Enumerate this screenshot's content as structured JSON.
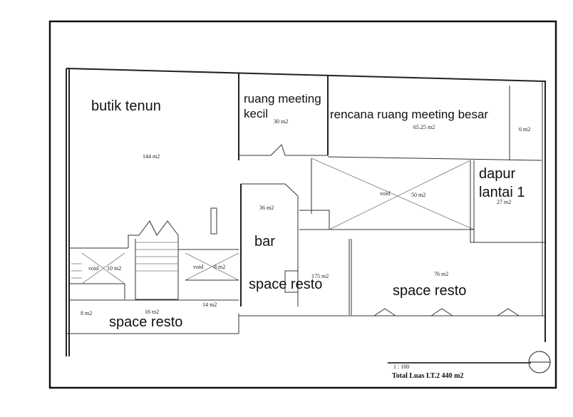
{
  "rooms": {
    "butik_tenun": {
      "name": "butik tenun",
      "area": "144 m2"
    },
    "ruang_meeting_kecil": {
      "name_line1": "ruang meeting",
      "name_line2": "kecil",
      "area": "30 m2"
    },
    "rencana_meeting_besar": {
      "name": "rencana ruang meeting besar",
      "area": "65.25 m2",
      "side_area": "6 m2"
    },
    "dapur": {
      "name_line1": "dapur",
      "name_line2": "lantai 1",
      "area": "27 m2"
    },
    "void_center": {
      "name": "void",
      "area": "50 m2"
    },
    "bar": {
      "name": "bar",
      "area": "36 m2"
    },
    "void_left": {
      "name": "void",
      "area": "10 m2"
    },
    "void_right": {
      "name": "void",
      "area": "8 m2"
    },
    "space_resto_center": {
      "name": "space resto",
      "area": "175 m2"
    },
    "space_resto_right": {
      "name": "space resto",
      "area": "76 m2"
    },
    "space_resto_bottom": {
      "name": "space resto",
      "area_a": "14 m2",
      "area_b": "16 m2",
      "area_c": "8 m2"
    }
  },
  "legend": {
    "scale": "1 : 100",
    "total": "Total Luas LT.2 440 m2"
  }
}
